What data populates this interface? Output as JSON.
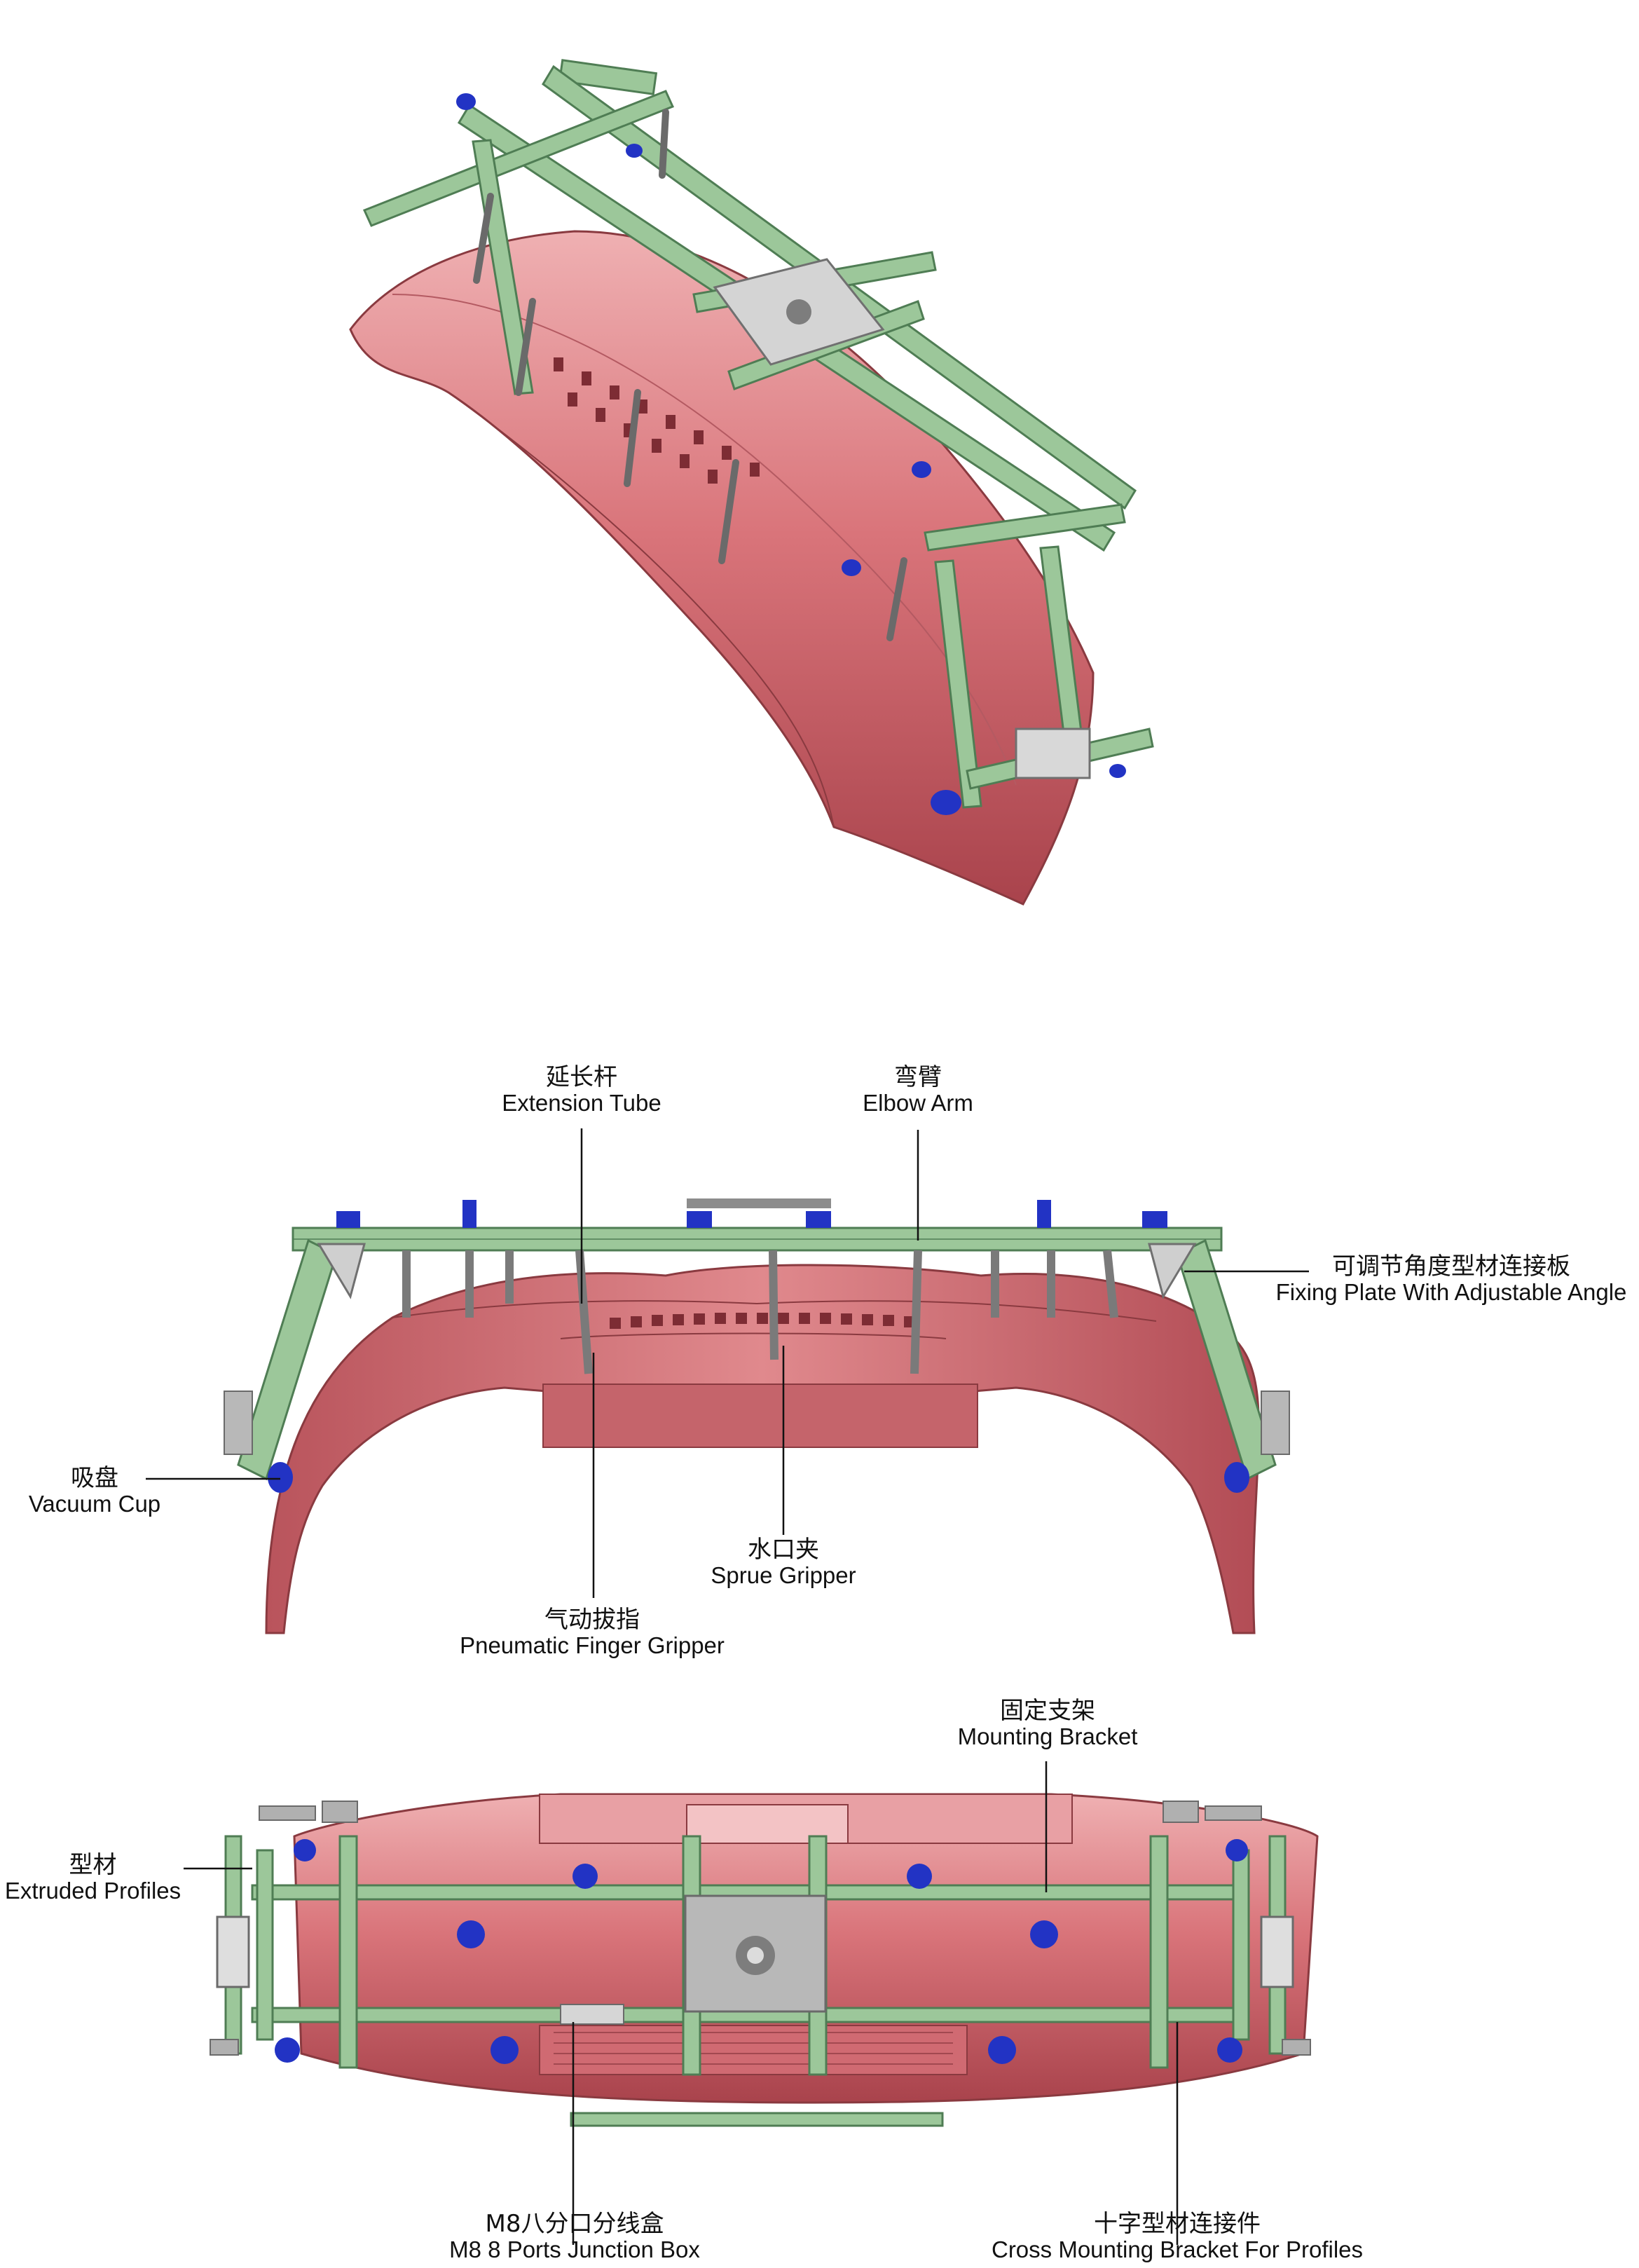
{
  "colors": {
    "bumper": "#d9747a",
    "bumper_dark": "#a9434c",
    "bumper_light": "#efb0b2",
    "profile": "#9cc79a",
    "profile_dark": "#4f7d54",
    "metal": "#c8c8c8",
    "metal_dark": "#7d7d7d",
    "blue": "#2233c4",
    "leader": "#111111"
  },
  "labels": {
    "extension_tube": {
      "cn": "延长杆",
      "en": "Extension Tube"
    },
    "elbow_arm": {
      "cn": "弯臂",
      "en": "Elbow Arm"
    },
    "fixing_plate": {
      "cn": "可调节角度型材连接板",
      "en": "Fixing Plate With Adjustable Angle"
    },
    "vacuum_cup": {
      "cn": "吸盘",
      "en": "Vacuum Cup"
    },
    "sprue_gripper": {
      "cn": "水口夹",
      "en": "Sprue Gripper"
    },
    "pneumatic_finger": {
      "cn": "气动拔指",
      "en": "Pneumatic Finger Gripper"
    },
    "mounting_bracket": {
      "cn": "固定支架",
      "en": "Mounting Bracket"
    },
    "extruded_profiles": {
      "cn": "型材",
      "en": "Extruded Profiles"
    },
    "junction_box": {
      "cn": "M8八分口分线盒",
      "en": "M8 8 Ports Junction Box"
    },
    "cross_bracket": {
      "cn": "十字型材连接件",
      "en": "Cross Mounting Bracket For Profiles"
    }
  }
}
